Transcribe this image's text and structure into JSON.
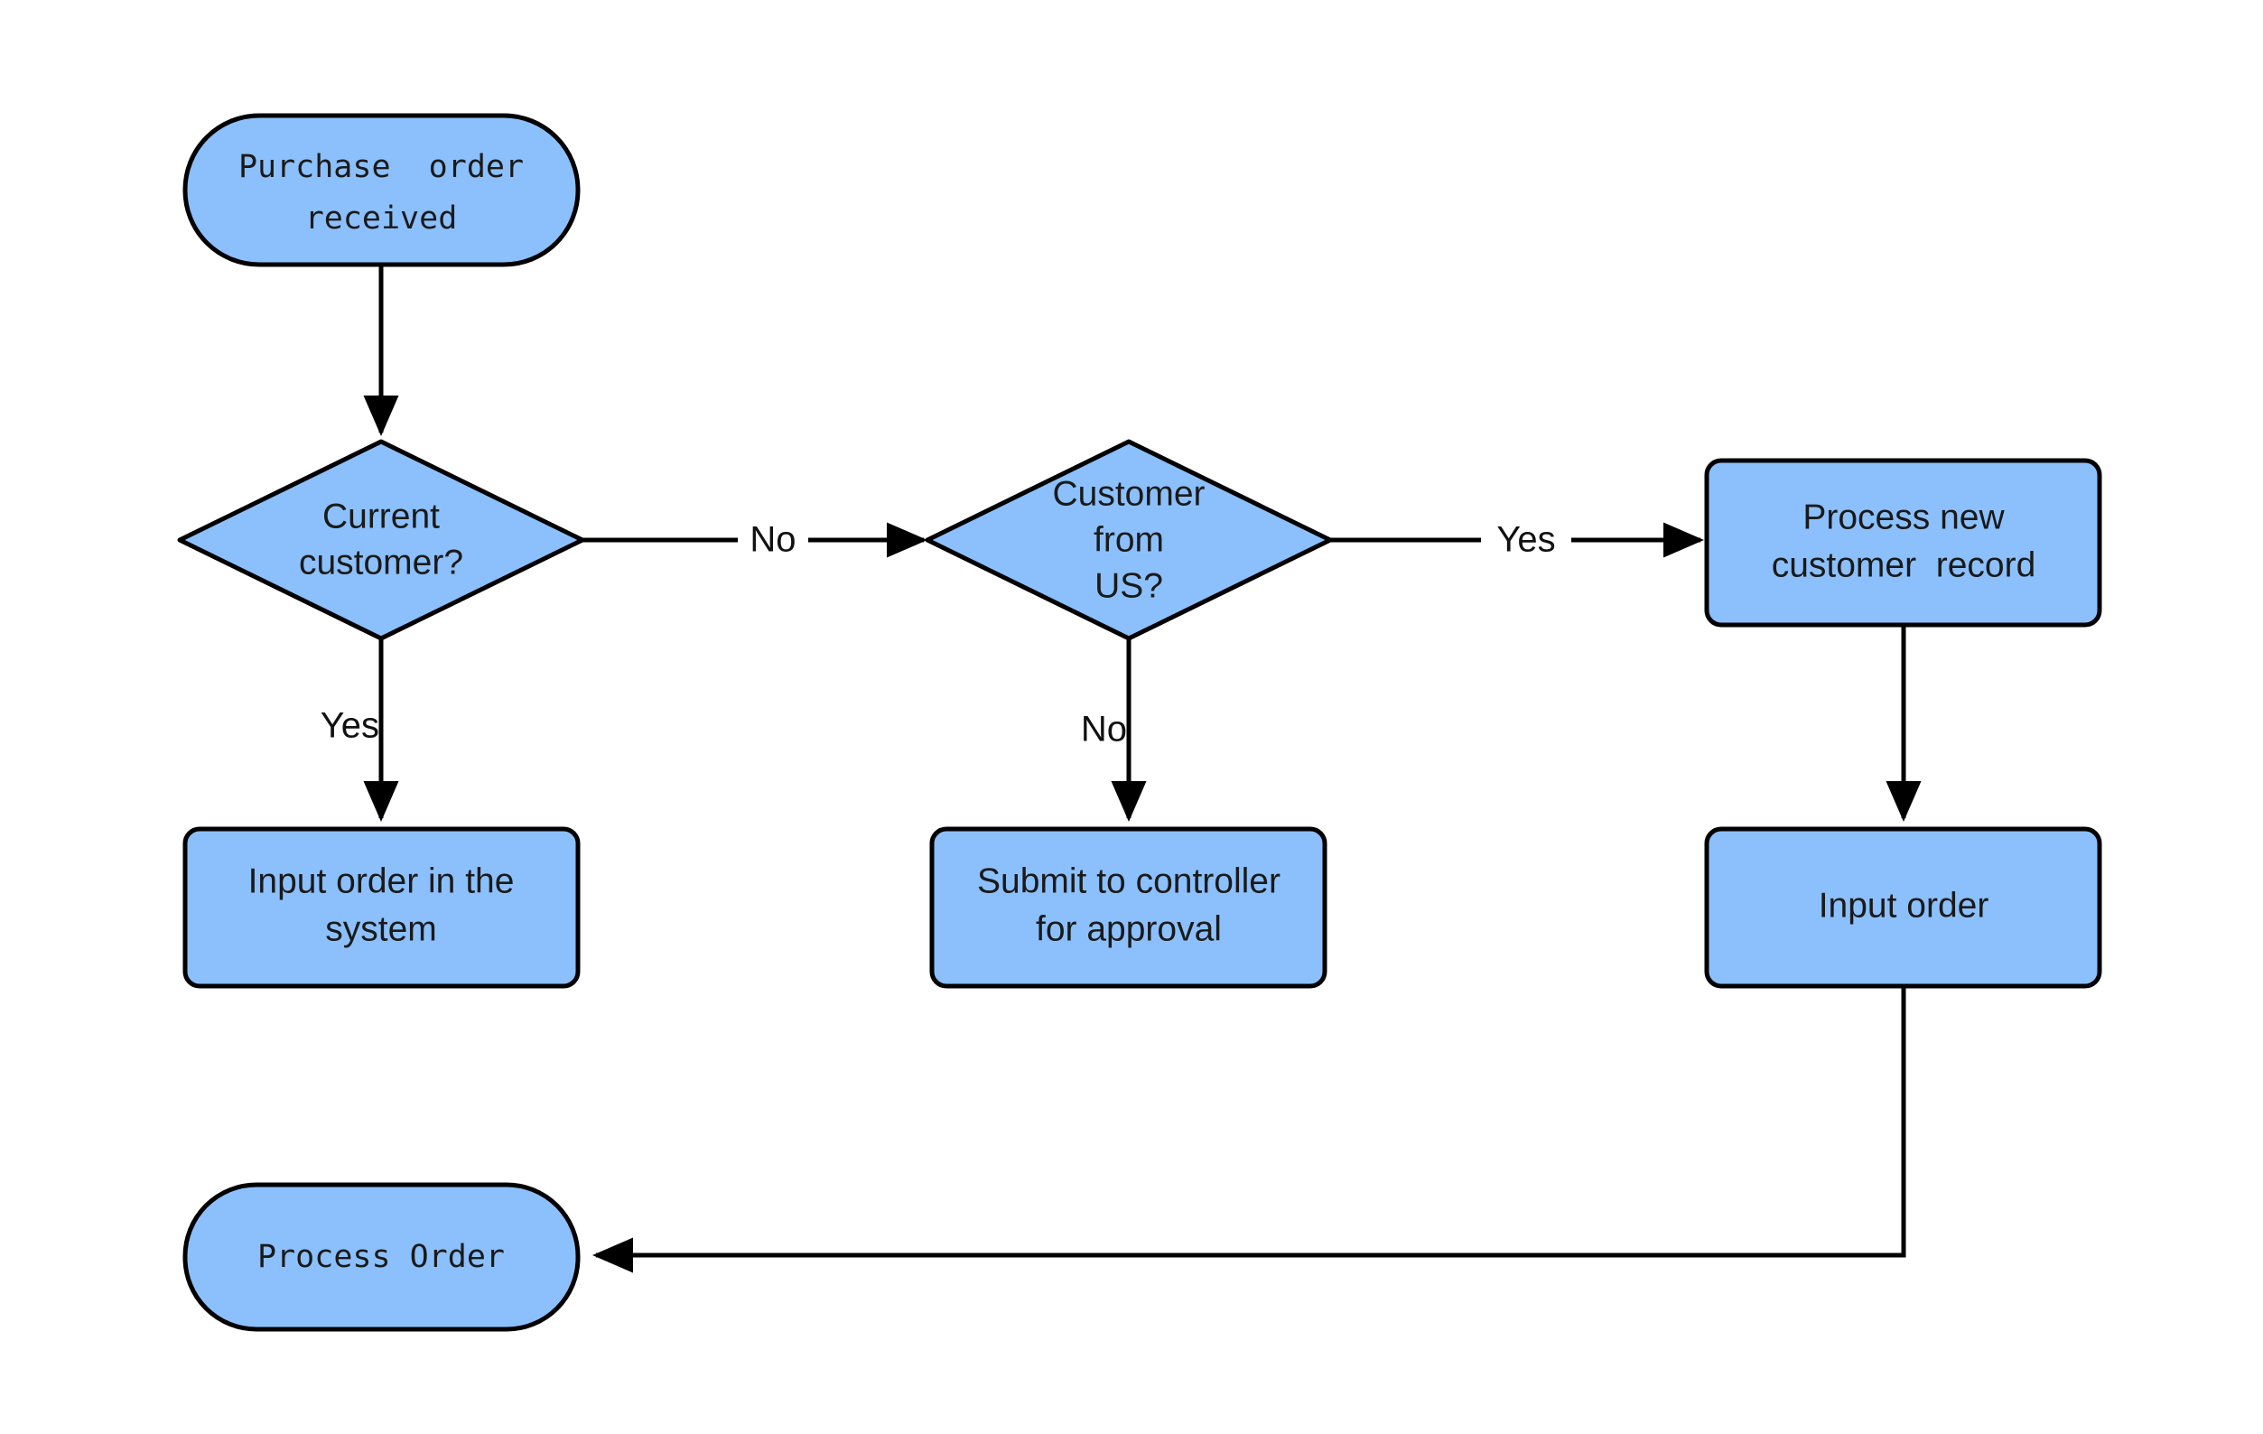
{
  "diagram": {
    "type": "flowchart",
    "title": "Purchase order processing flowchart",
    "background_color": "#ffffff",
    "node_fill_color": "#8cc0fc",
    "node_stroke_color": "#000000",
    "edge_color": "#000000",
    "text_color": "#1a1a1a"
  },
  "nodes": {
    "start": {
      "shape": "rounded-terminal",
      "line1": "Purchase  order",
      "line2": "received"
    },
    "decision_current_customer": {
      "shape": "diamond",
      "line1": "Current",
      "line2": "customer?"
    },
    "decision_customer_us": {
      "shape": "diamond",
      "line1": "Customer",
      "line2": "from",
      "line3": "US?"
    },
    "process_new_customer_record": {
      "shape": "rectangle",
      "line1": "Process new",
      "line2": "customer  record"
    },
    "input_order_system": {
      "shape": "rectangle",
      "line1": "Input order in the",
      "line2": "system"
    },
    "submit_controller": {
      "shape": "rectangle",
      "line1": "Submit to controller",
      "line2": "for approval"
    },
    "input_order": {
      "shape": "rectangle",
      "line1": "Input order"
    },
    "process_order": {
      "shape": "rounded-terminal",
      "line1": "Process Order"
    }
  },
  "edges": [
    {
      "id": "start-to-current-customer",
      "from": "start",
      "to": "decision_current_customer",
      "label": ""
    },
    {
      "id": "current-customer-no",
      "from": "decision_current_customer",
      "to": "decision_customer_us",
      "label": "No"
    },
    {
      "id": "current-customer-yes",
      "from": "decision_current_customer",
      "to": "input_order_system",
      "label": "Yes"
    },
    {
      "id": "customer-us-yes",
      "from": "decision_customer_us",
      "to": "process_new_customer_record",
      "label": "Yes"
    },
    {
      "id": "customer-us-no",
      "from": "decision_customer_us",
      "to": "submit_controller",
      "label": "No"
    },
    {
      "id": "new-record-to-input-order",
      "from": "process_new_customer_record",
      "to": "input_order",
      "label": ""
    },
    {
      "id": "input-order-to-process-order",
      "from": "input_order",
      "to": "process_order",
      "label": ""
    }
  ]
}
